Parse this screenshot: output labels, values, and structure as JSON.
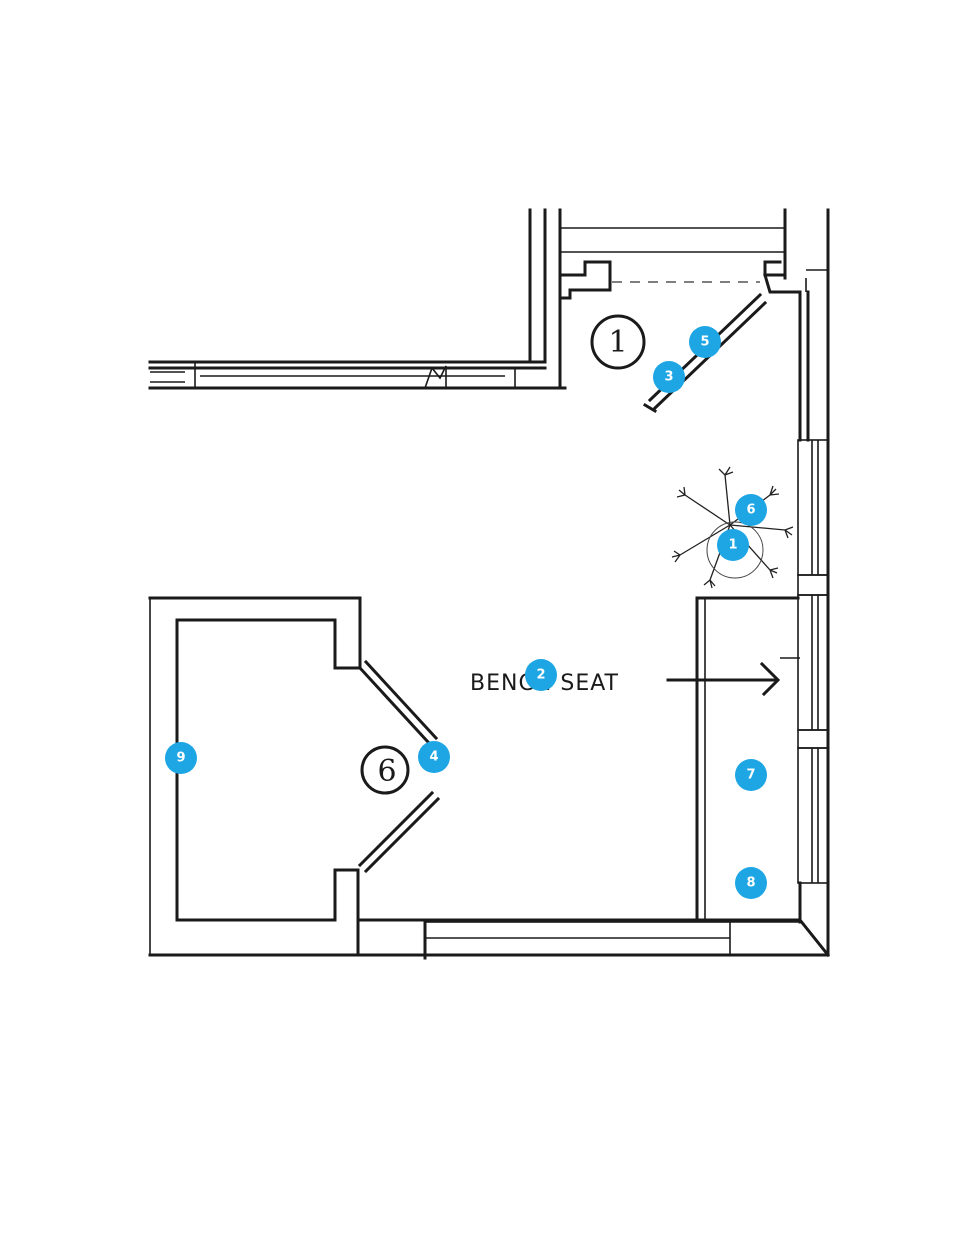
{
  "bench_label": "BENCH SEAT",
  "room_tags": [
    "1",
    "6"
  ],
  "marker_color": "#1ea6e4",
  "markers": [
    "1",
    "2",
    "3",
    "4",
    "5",
    "6",
    "7",
    "8",
    "9"
  ]
}
